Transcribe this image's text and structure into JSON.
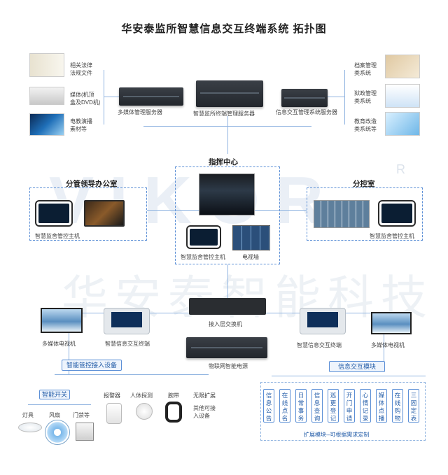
{
  "title": "华安泰监所智慧信息交互终端系统 拓扑图",
  "watermark": {
    "latin": "VIKOR",
    "cn": "华安泰智能科技",
    "reg": "R"
  },
  "top_left": [
    {
      "label": "相关法律\n法规文件"
    },
    {
      "label": "媒体(机顶\n盒及DVD机)"
    },
    {
      "label": "电教演播\n素材等"
    }
  ],
  "top_right": [
    {
      "label": "档案管理\n类系统"
    },
    {
      "label": "狱政管理\n类系统"
    },
    {
      "label": "教育改造\n类系统等"
    }
  ],
  "servers": {
    "media": "多媒体管理服务器",
    "terminal": "智慧监所终端管理服务器",
    "info": "信息交互管理系统服务器"
  },
  "command_center": {
    "title": "指挥中心",
    "host": "智慧监舍管控主机",
    "wall": "电视墙"
  },
  "leader_office": {
    "title": "分管领导办公室",
    "host": "智慧监舍管控主机"
  },
  "sub_control": {
    "title": "分控室",
    "host": "智慧监舍管控主机"
  },
  "network": {
    "switch": "接入层交换机",
    "power": "物联网智能电源"
  },
  "left_devices": {
    "tv": "多媒体电视机",
    "terminal": "智慧信息交互终端"
  },
  "right_devices": {
    "terminal": "智慧信息交互终端",
    "tv": "多媒体电视机"
  },
  "smart_access": {
    "title": "智能管控接入设备",
    "switch_title": "智能开关",
    "switch_items": [
      "灯具",
      "风扇",
      "门禁等"
    ],
    "items": [
      "报警器",
      "人体探测",
      "腕带",
      "无限扩展"
    ],
    "extra": "其他可接\n入设备"
  },
  "info_module": {
    "title": "信息交互模块",
    "items": [
      "信息公告",
      "在线点名",
      "日常事务",
      "信息查询",
      "巡更登记",
      "开门申请",
      "心情记录",
      "媒体点播",
      "在线购物",
      "三固定表"
    ],
    "footer": "扩展模块--可根据需求定制"
  }
}
